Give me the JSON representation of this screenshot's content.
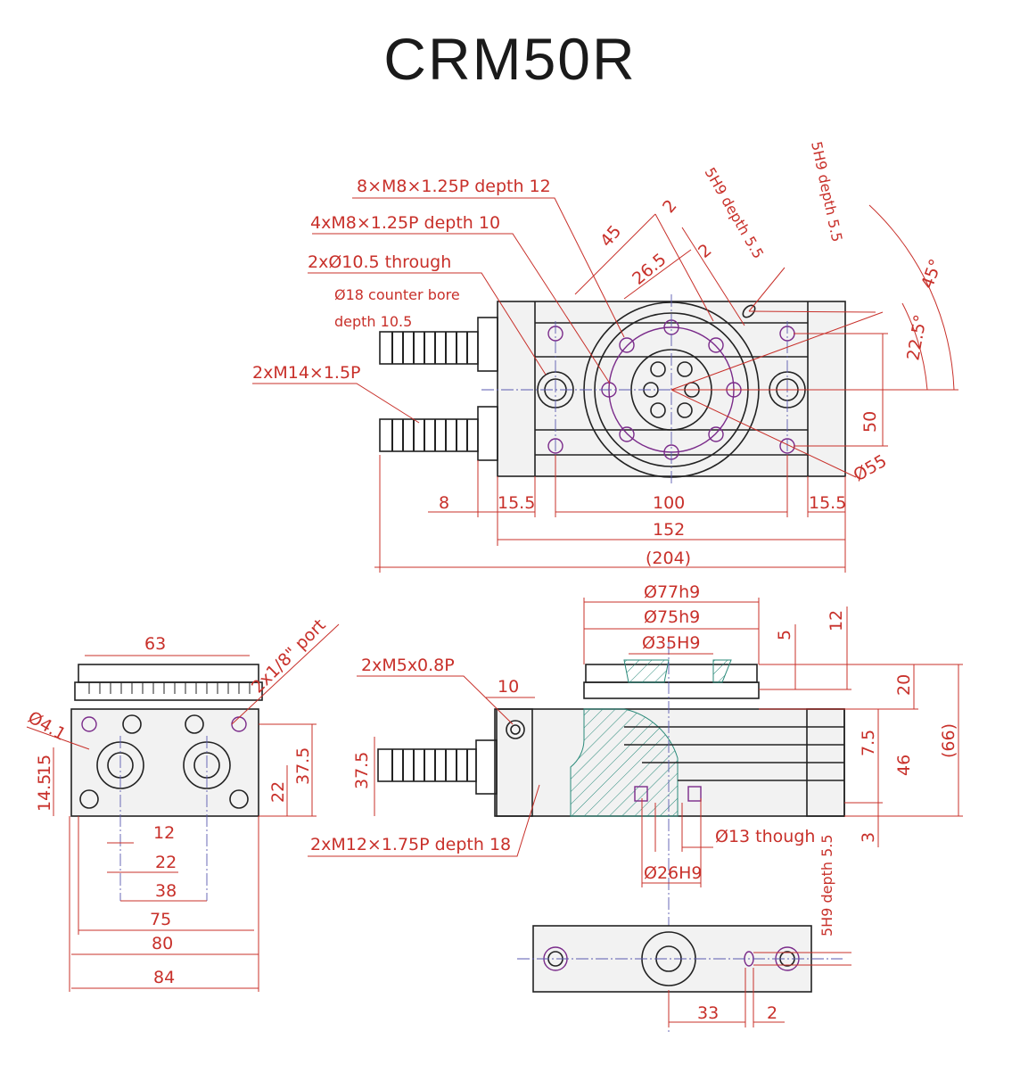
{
  "title": "CRM50R",
  "top_view": {
    "labels": {
      "l1": "8×M8×1.25P depth 12",
      "l2": "4xM8×1.25P depth 10",
      "l3": "2xØ10.5 through",
      "l4": "Ø18 counter bore",
      "l5": "depth 10.5",
      "l6": "2xM14×1.5P",
      "l7": "5H9 depth 5.5",
      "l8": "5H9 depth 5.5"
    },
    "dims": {
      "d45": "45",
      "d2a": "2",
      "d265": "26.5",
      "d2b": "2",
      "a45": "45°",
      "a225": "22.5°",
      "d50": "50",
      "d55": "Ø55",
      "d8": "8",
      "d155a": "15.5",
      "d100": "100",
      "d155b": "15.5",
      "d152": "152",
      "d204": "(204)"
    }
  },
  "side_view": {
    "labels": {
      "port": "2x1/8\" port",
      "phi41": "Ø4.1"
    },
    "dims": {
      "d63": "63",
      "d15": "15",
      "d145": "14.5",
      "d375": "37.5",
      "d22v": "22",
      "d12": "12",
      "d22": "22",
      "d38": "38",
      "d75": "75",
      "d80": "80",
      "d84": "84"
    }
  },
  "section_view": {
    "labels": {
      "m5": "2xM5x0.8P",
      "m12": "2xM12×1.75P depth 18",
      "phi13": "Ø13 though",
      "phi26": "Ø26H9",
      "slot": "5H9 depth 5.5"
    },
    "dims": {
      "d77": "Ø77h9",
      "d75": "Ø75h9",
      "d35": "Ø35H9",
      "d10": "10",
      "d375": "37.5",
      "d5": "5",
      "d12": "12",
      "d20": "20",
      "d75v": "7.5",
      "d46": "46",
      "d66": "(66)",
      "d3": "3"
    }
  },
  "bottom_view": {
    "dims": {
      "d33": "33",
      "d2": "2"
    }
  }
}
